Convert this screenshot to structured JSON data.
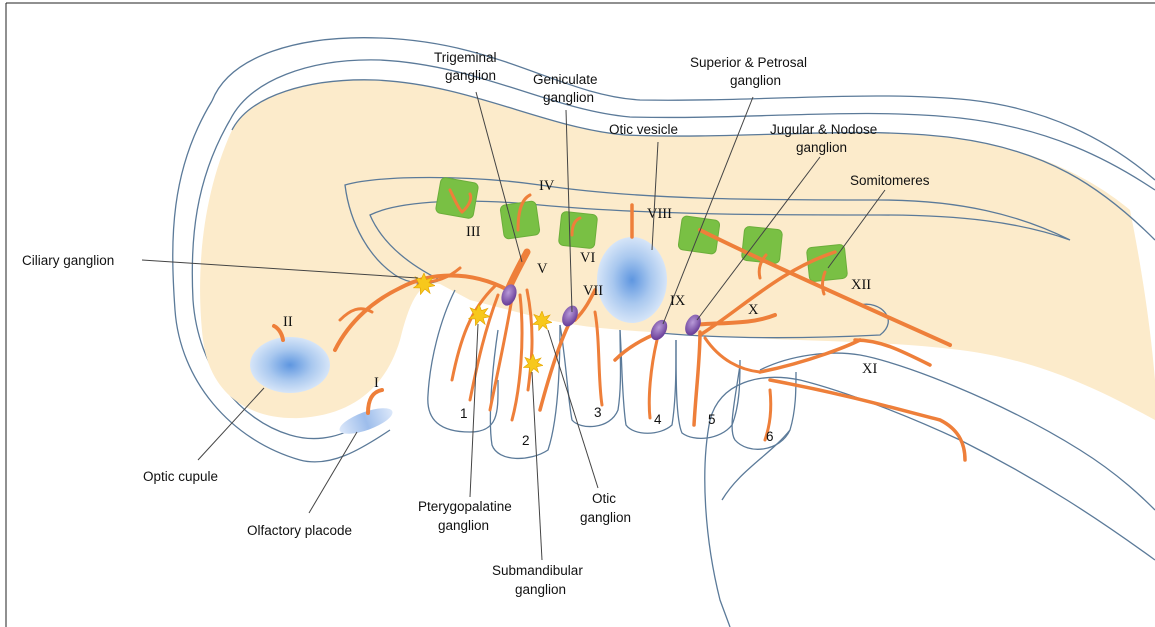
{
  "diagram": {
    "title": "",
    "colors": {
      "neural_tube_fill": "#FCEBCB",
      "outline": "#5B7A99",
      "nerve": "#EE7F3A",
      "somitomere_fill": "#79C044",
      "ganglion_purple": "#7A4FA6",
      "ganglion_yellow": "#F7C81C",
      "vesicle_blue": "#A9C8EF"
    },
    "labels": {
      "ciliary_ganglion": "Ciliary ganglion",
      "trigeminal_ganglion_l1": "Trigeminal",
      "trigeminal_ganglion_l2": "ganglion",
      "geniculate_ganglion_l1": "Geniculate",
      "geniculate_ganglion_l2": "ganglion",
      "otic_vesicle": "Otic vesicle",
      "superior_petrosal_l1": "Superior & Petrosal",
      "superior_petrosal_l2": "ganglion",
      "jugular_nodose_l1": "Jugular & Nodose",
      "jugular_nodose_l2": "ganglion",
      "somitomeres": "Somitomeres",
      "optic_cupule": "Optic cupule",
      "olfactory_placode": "Olfactory placode",
      "pterygopalatine_l1": "Pterygopalatine",
      "pterygopalatine_l2": "ganglion",
      "otic_ganglion_l1": "Otic",
      "otic_ganglion_l2": "ganglion",
      "submandibular_l1": "Submandibular",
      "submandibular_l2": "ganglion"
    },
    "cranial_nerves": {
      "I": "I",
      "II": "II",
      "III": "III",
      "IV": "IV",
      "V": "V",
      "VI": "VI",
      "VII": "VII",
      "VIII": "VIII",
      "IX": "IX",
      "X": "X",
      "XI": "XI",
      "XII": "XII"
    },
    "pharyngeal_arches": [
      "1",
      "2",
      "3",
      "4",
      "5",
      "6"
    ],
    "icons": {
      "ganglion": "ellipse-ganglion-icon",
      "parasympathetic_ganglion": "starburst-icon",
      "somitomere": "rounded-square-icon",
      "vesicle": "radial-gradient-ellipse-icon"
    }
  }
}
